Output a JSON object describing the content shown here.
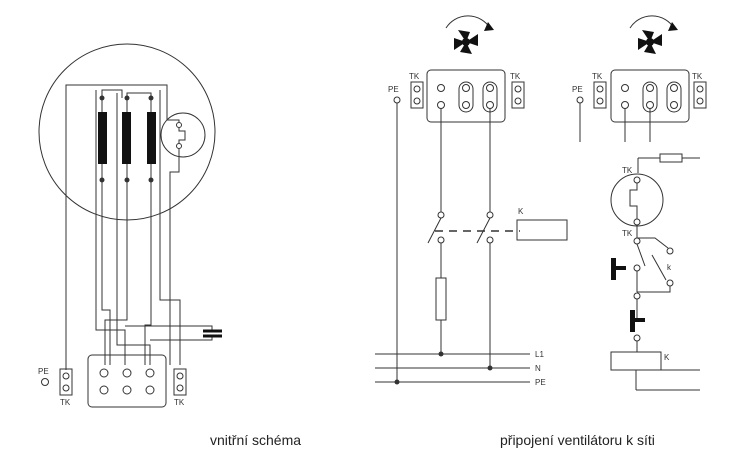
{
  "labels": {
    "pe": "PE",
    "tk": "TK",
    "k": "K",
    "k_lower": "k",
    "l1": "L1",
    "n": "N",
    "pe_line": "PE"
  },
  "captions": {
    "internal": "vnitřní schéma",
    "connection": "připojení ventilátoru k síti"
  }
}
